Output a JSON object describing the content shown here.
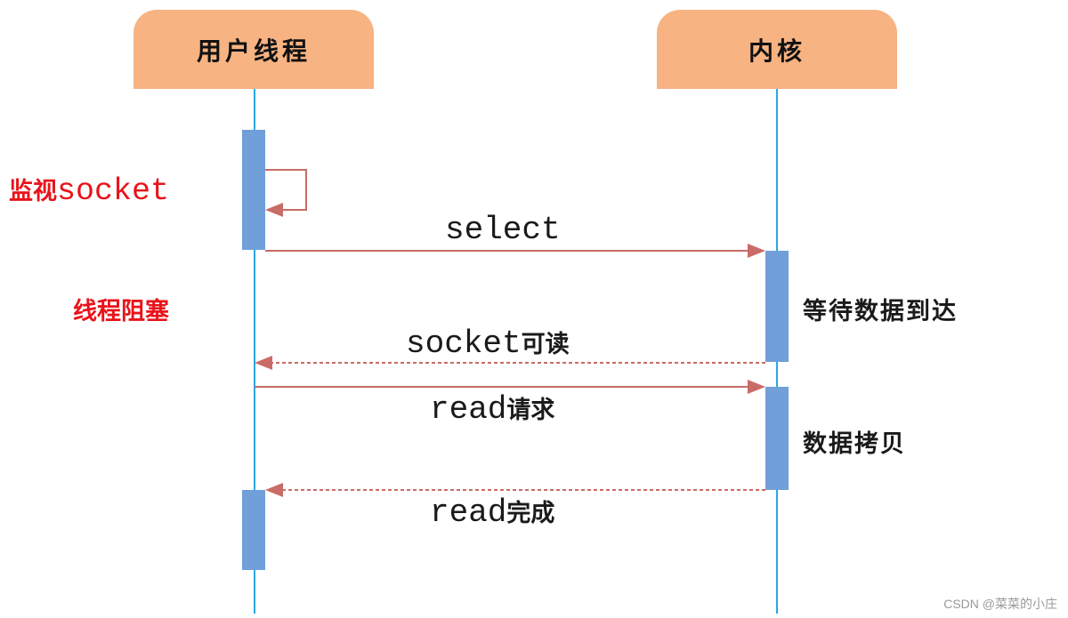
{
  "participants": [
    {
      "id": "user",
      "label": "用户线程"
    },
    {
      "id": "kernel",
      "label": "内核"
    }
  ],
  "colors": {
    "header_fill": "#f7b382",
    "lifeline": "#29a8e0",
    "activation": "#719fd9",
    "arrow": "#c96b66",
    "side_label_red": "#e8141b",
    "text": "#1a1a1a",
    "watermark": "#9a9a9a"
  },
  "side_labels": {
    "monitor": {
      "cjk": "监视",
      "mono": "socket"
    },
    "blocked": {
      "cjk": "线程阻塞"
    }
  },
  "messages": [
    {
      "id": "select",
      "from": "user",
      "to": "kernel",
      "style": "solid",
      "mono": "select",
      "cjk": ""
    },
    {
      "id": "socket-readable",
      "from": "kernel",
      "to": "user",
      "style": "dashed",
      "mono": "socket",
      "cjk": "可读"
    },
    {
      "id": "read-request",
      "from": "user",
      "to": "kernel",
      "style": "solid",
      "mono": "read",
      "cjk": "请求"
    },
    {
      "id": "read-done",
      "from": "kernel",
      "to": "user",
      "style": "dashed",
      "mono": "read",
      "cjk": "完成"
    }
  ],
  "self_message": {
    "from": "user",
    "to": "user",
    "style": "solid"
  },
  "kernel_notes": {
    "wait": "等待数据到达",
    "copy": "数据拷贝"
  },
  "watermark": "CSDN @菜菜的小庄"
}
